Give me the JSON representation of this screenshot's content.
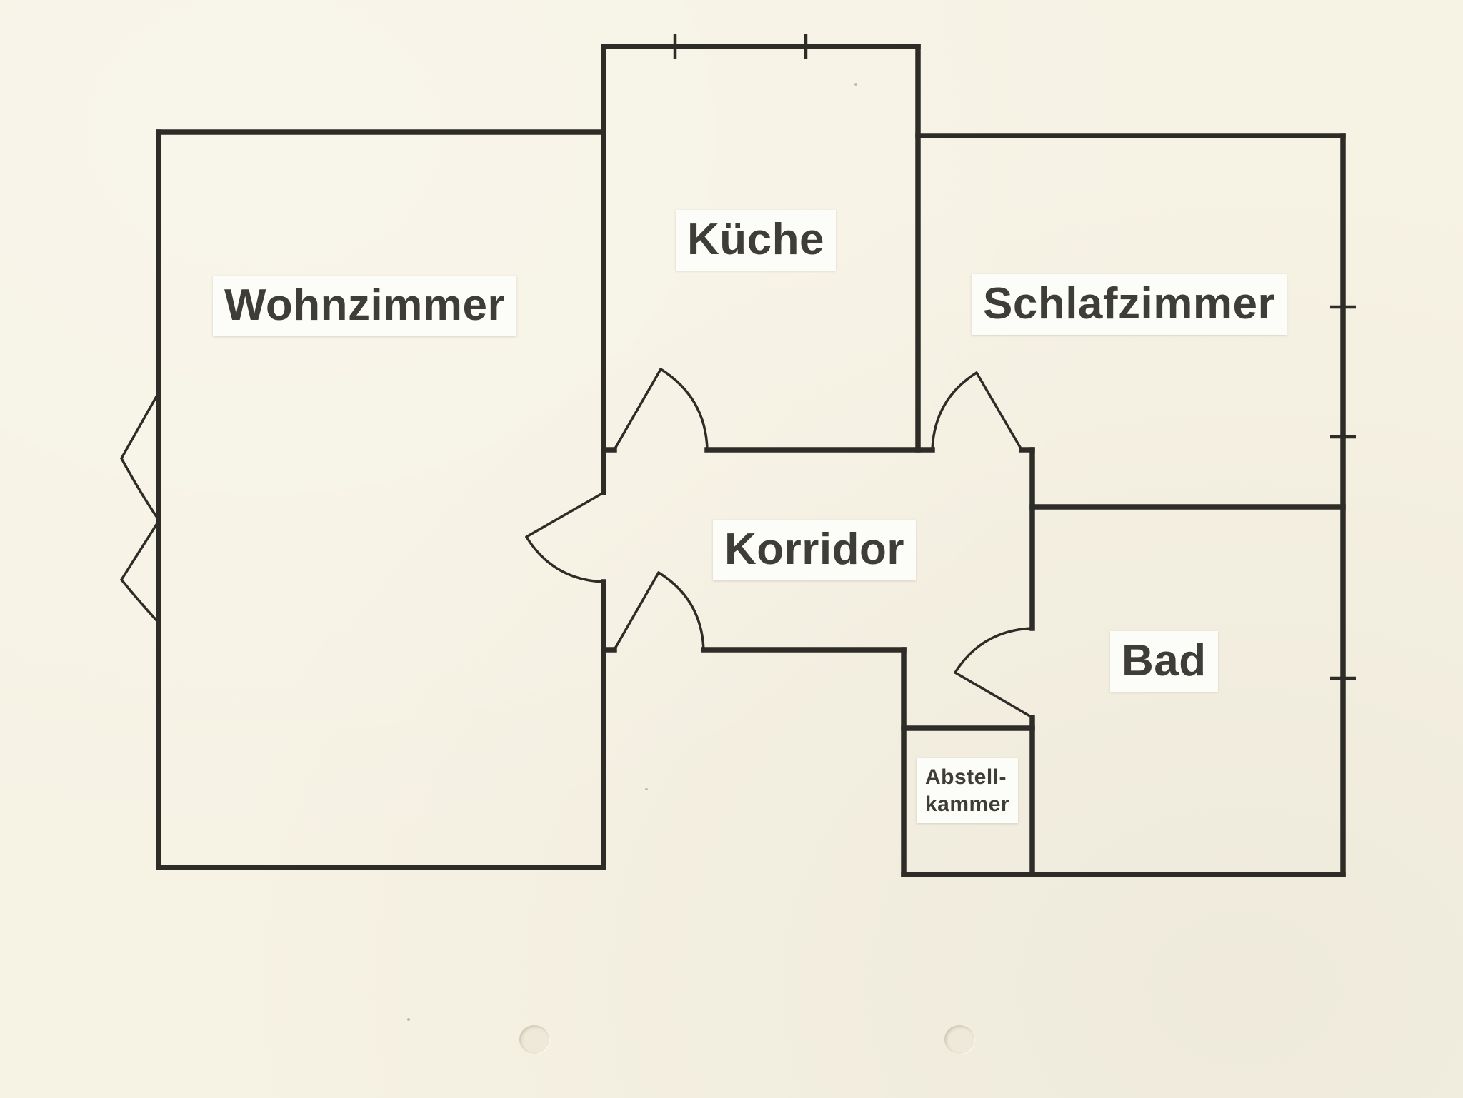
{
  "document": {
    "type": "scanned-floor-plan",
    "background_color": "#f6f2e4",
    "wall_color": "#2e2c27",
    "label_background": "#fcfcf8",
    "label_text_color": "#3f3d38"
  },
  "rooms": {
    "wohnzimmer": {
      "label": "Wohnzimmer"
    },
    "kueche": {
      "label": "Küche"
    },
    "schlafzimmer": {
      "label": "Schlafzimmer"
    },
    "korridor": {
      "label": "Korridor"
    },
    "bad": {
      "label": "Bad"
    },
    "abstellkammer": {
      "label_line1": "Abstell-",
      "label_line2": "kammer"
    }
  }
}
